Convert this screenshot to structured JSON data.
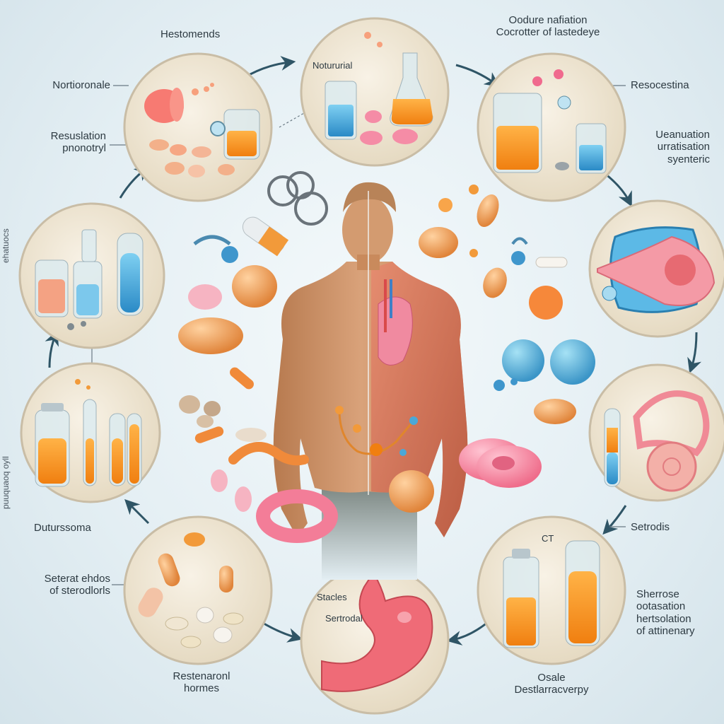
{
  "diagram": {
    "labels": {
      "top_left_title": "Hestomends",
      "left_1": "Nortioronale",
      "left_2_a": "Resuslation",
      "left_2_b": "pnonotryl",
      "top_center": "Notururial",
      "top_right_a": "Oodure nafiation",
      "top_right_b": "Cocrotter of lastedeye",
      "right_1": "Resocestina",
      "right_2_a": "Ueanuation",
      "right_2_b": "urratisation",
      "right_2_c": "syenteric",
      "right_3": "Setrodis",
      "right_ct": "CT",
      "right_4_a": "Sherrose",
      "right_4_b": "ootasation",
      "right_4_c": "hertsolation",
      "right_4_d": "of attinenary",
      "bottom_right_a": "Osale",
      "bottom_right_b": "Destlarracverpy",
      "bottom_center_a": "Stacles",
      "bottom_center_b": "Sertrodal",
      "bottom_left_a": "Restenaronl",
      "bottom_left_b": "hormes",
      "left_3_a": "Seterat ehdos",
      "left_3_b": "of sterodlorls",
      "left_4": "Duturssoma",
      "left_edge_top": "ehatuocs",
      "left_edge_bottom": "puuquaoq  oyll"
    },
    "colors": {
      "circle_fill": "#efe7d6",
      "circle_stroke": "#c9bda6",
      "arrow": "#2f5566",
      "orange": "#f29a3a",
      "pink": "#f07a92",
      "blue": "#4aa8d8",
      "skin": "#c98a5c"
    }
  }
}
